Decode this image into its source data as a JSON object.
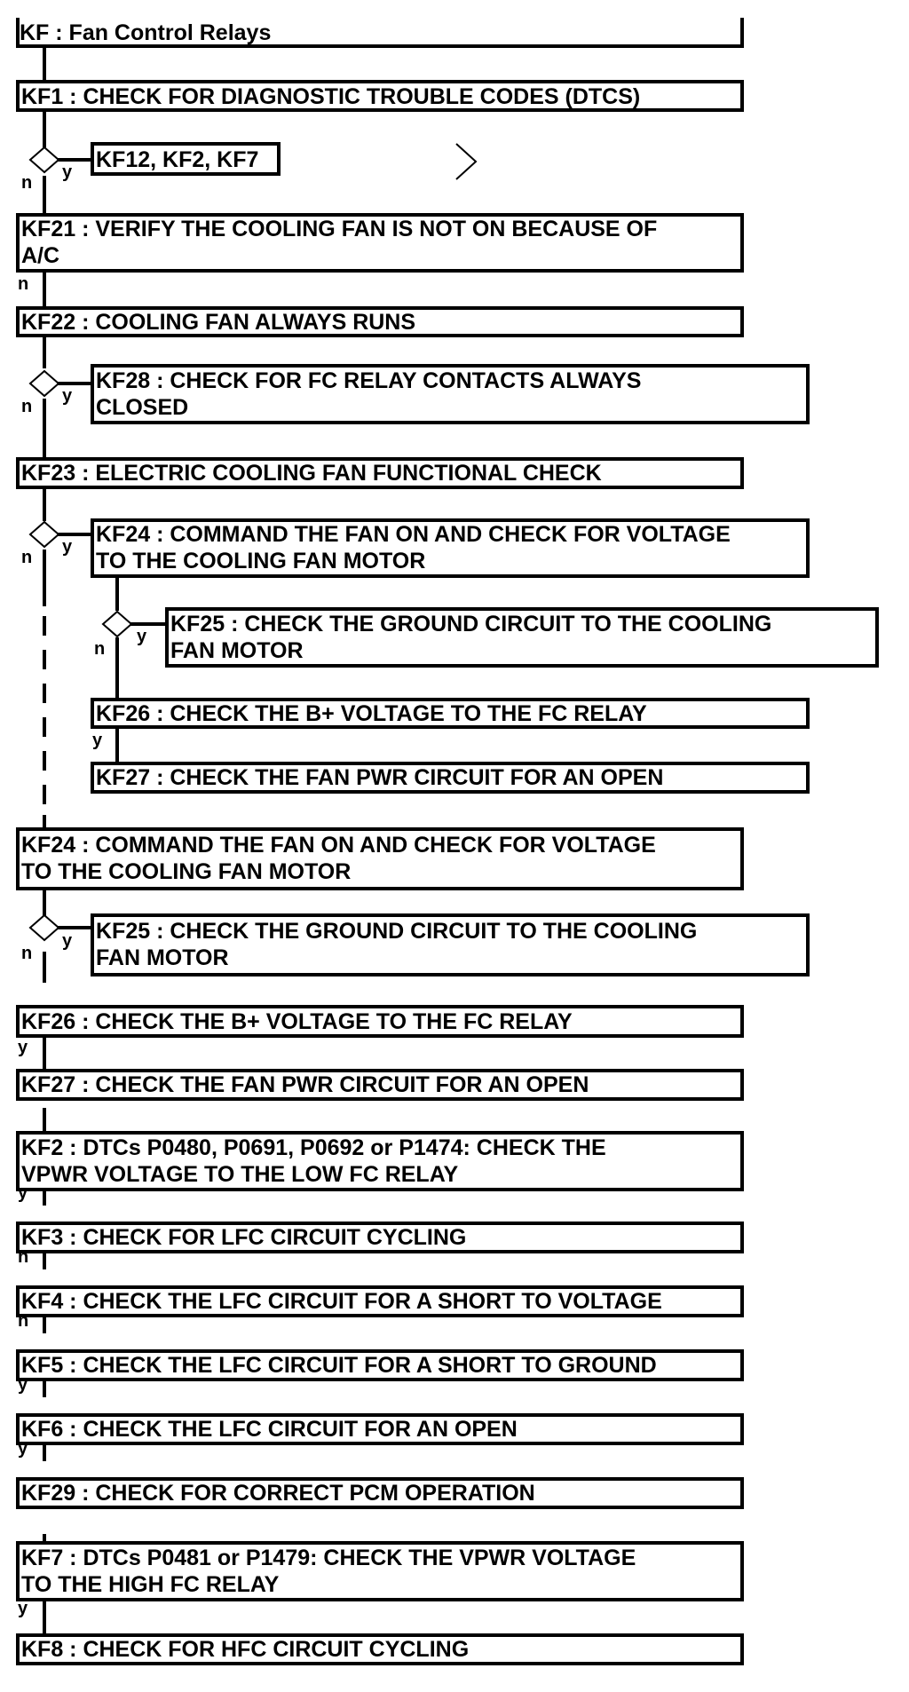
{
  "steps": {
    "kf": "KF : Fan Control Relays",
    "kf1": "KF1 : CHECK FOR DIAGNOSTIC TROUBLE CODES (DTCS)",
    "kf1_yes": "KF12, KF2, KF7",
    "kf21": [
      "KF21 : VERIFY THE COOLING FAN IS NOT ON BECAUSE OF",
      "A/C"
    ],
    "kf22": "KF22 : COOLING FAN ALWAYS RUNS",
    "kf28": [
      "KF28 : CHECK FOR FC RELAY CONTACTS ALWAYS",
      "CLOSED"
    ],
    "kf23": "KF23 : ELECTRIC COOLING FAN FUNCTIONAL CHECK",
    "kf24_branch": [
      "KF24 : COMMAND THE FAN ON AND CHECK FOR VOLTAGE",
      "TO THE COOLING FAN MOTOR"
    ],
    "kf25_branch": [
      "KF25 : CHECK THE GROUND CIRCUIT TO THE COOLING",
      "FAN MOTOR"
    ],
    "kf26_branch": "KF26 : CHECK THE B+ VOLTAGE TO THE FC RELAY",
    "kf27_branch": "KF27 : CHECK THE FAN PWR CIRCUIT FOR AN OPEN",
    "kf24": [
      "KF24 : COMMAND THE FAN ON AND CHECK FOR VOLTAGE",
      "TO THE COOLING FAN MOTOR"
    ],
    "kf25": [
      "KF25 : CHECK THE GROUND CIRCUIT TO THE COOLING",
      "FAN MOTOR"
    ],
    "kf26": "KF26 : CHECK THE B+ VOLTAGE TO THE FC RELAY",
    "kf27": "KF27 : CHECK THE FAN PWR CIRCUIT FOR AN OPEN",
    "kf2": [
      "KF2 : DTCs P0480, P0691, P0692 or P1474: CHECK THE",
      "VPWR VOLTAGE TO THE LOW FC RELAY"
    ],
    "kf3": "KF3 : CHECK FOR LFC CIRCUIT CYCLING",
    "kf4": "KF4 : CHECK THE LFC CIRCUIT FOR A SHORT TO VOLTAGE",
    "kf5": "KF5 : CHECK THE LFC CIRCUIT FOR A SHORT TO GROUND",
    "kf6": "KF6 : CHECK THE LFC CIRCUIT FOR AN OPEN",
    "kf29": "KF29 : CHECK FOR CORRECT PCM OPERATION",
    "kf7": [
      "KF7 : DTCs P0481 or P1479: CHECK THE VPWR VOLTAGE",
      "TO THE HIGH FC RELAY"
    ],
    "kf8": "KF8 : CHECK FOR HFC CIRCUIT CYCLING"
  },
  "labels": {
    "yes": "y",
    "no": "n"
  }
}
